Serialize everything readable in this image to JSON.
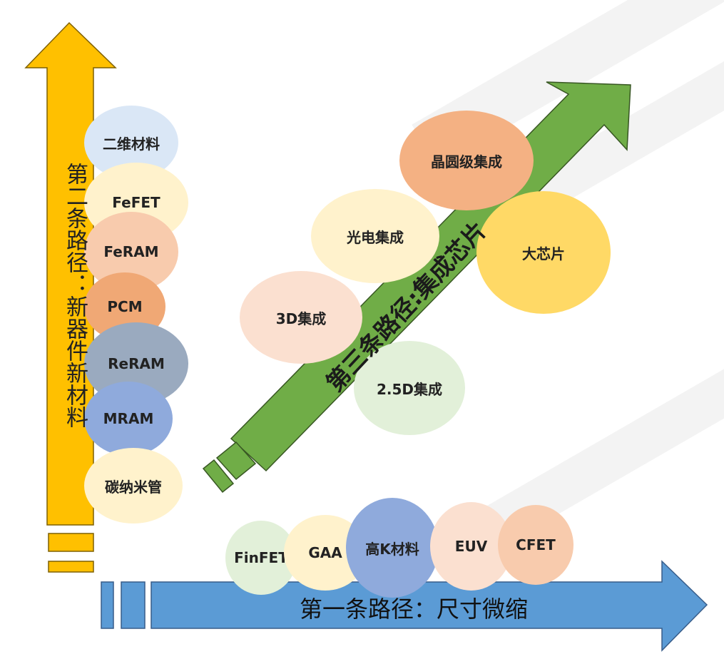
{
  "paths": {
    "first": {
      "label": "第一条路径：尺寸微缩",
      "color": "#5b9bd5",
      "items": [
        "FinFET",
        "GAA",
        "高K材料",
        "EUV",
        "CFET"
      ]
    },
    "second": {
      "label": "第二条路径：新器件新材料",
      "color": "#ffc000",
      "items": [
        "二维材料",
        "FeFET",
        "FeRAM",
        "PCM",
        "ReRAM",
        "MRAM",
        "碳纳米管"
      ]
    },
    "third": {
      "label": "第三条路径:集成芯片",
      "color": "#70ad47",
      "items": [
        "晶圆级集成",
        "光电集成",
        "大芯片",
        "3D集成",
        "2.5D集成"
      ]
    }
  },
  "colors": {
    "light_blue": "#dae7f6",
    "light_yellow": "#fff2cc",
    "salmon": "#f4b183",
    "orange": "#f0a875",
    "gray_blue": "#9aaabf",
    "blue": "#8faadc",
    "light_peach": "#fbe0d0",
    "light_green": "#e2f0d9",
    "peach": "#f8cbad",
    "yellow": "#ffd966",
    "arrow_outline": "#385d8a"
  }
}
